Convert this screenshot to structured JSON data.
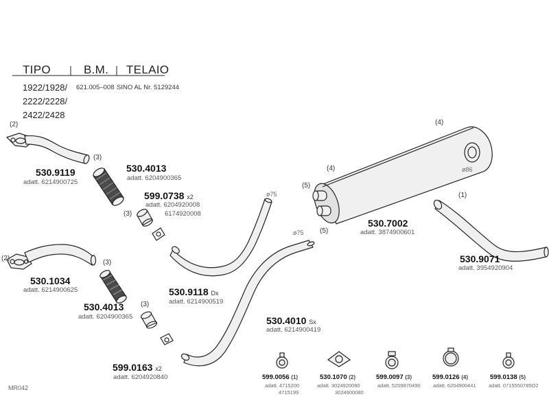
{
  "header": {
    "col_tipo": "TIPO",
    "col_bm": "B.M.",
    "col_telaio": "TELAIO",
    "bm_value": "621.005–008",
    "telaio_value": "SINO AL Nr. 5129244",
    "models": [
      "1922/1928/",
      "2222/2228/",
      "2422/2428"
    ]
  },
  "parts": {
    "p1": {
      "number": "530.9119",
      "adatt": "adatt. 6214900725",
      "callout": "(2)",
      "callout_b": "(3)"
    },
    "p2": {
      "number": "530.4013",
      "adatt": "adatt. 6204900365"
    },
    "p3": {
      "number": "599.0738",
      "qty": "x2",
      "adatt_1": "adatt. 6204920008",
      "adatt_2": "6174920008",
      "callout": "(3)"
    },
    "p4": {
      "number": "530.1034",
      "adatt": "adatt. 6214900625",
      "callout": "(2)",
      "callout_b": "(3)"
    },
    "p5": {
      "number": "530.4013",
      "adatt": "adatt. 6204900365",
      "callout": "(3)"
    },
    "p6": {
      "number": "599.0163",
      "qty": "x2",
      "adatt": "adatt. 6204920840"
    },
    "p7": {
      "number": "530.9118",
      "suffix": "Dx",
      "adatt": "adatt. 6214900519",
      "diameter": "ø75"
    },
    "p8": {
      "number": "530.4010",
      "suffix": "Sx",
      "adatt": "adatt. 6214900419",
      "diameter": "ø75"
    },
    "p9": {
      "number": "530.7002",
      "adatt": "adatt. 3874900601",
      "callout_4a": "(4)",
      "callout_4b": "(4)",
      "callout_5a": "(5)",
      "callout_5b": "(5)",
      "diameter": "ø86"
    },
    "p10": {
      "number": "530.9071",
      "adatt": "adatt. 3954920904",
      "callout": "(1)"
    }
  },
  "small_parts": [
    {
      "number": "599.0056",
      "ref": "(1)",
      "adatt_1": "adatt. 4715200",
      "adatt_2": "4715199",
      "icon": "clamp-icon"
    },
    {
      "number": "530.1070",
      "ref": "(2)",
      "adatt_1": "adatt. 3024920080",
      "adatt_2": "3024900080",
      "icon": "gasket-icon"
    },
    {
      "number": "599.0097",
      "ref": "(3)",
      "adatt_1": "adatt. 5209970490",
      "adatt_2": "",
      "icon": "clamp-icon"
    },
    {
      "number": "599.0126",
      "ref": "(4)",
      "adatt_1": "adatt. 6204900441",
      "adatt_2": "",
      "icon": "band-clamp-icon"
    },
    {
      "number": "599.0138",
      "ref": "(5)",
      "adatt_1": "adatt. 0715550785O2",
      "adatt_2": "",
      "icon": "clamp-icon"
    }
  ],
  "footer": {
    "code": "MR042"
  }
}
